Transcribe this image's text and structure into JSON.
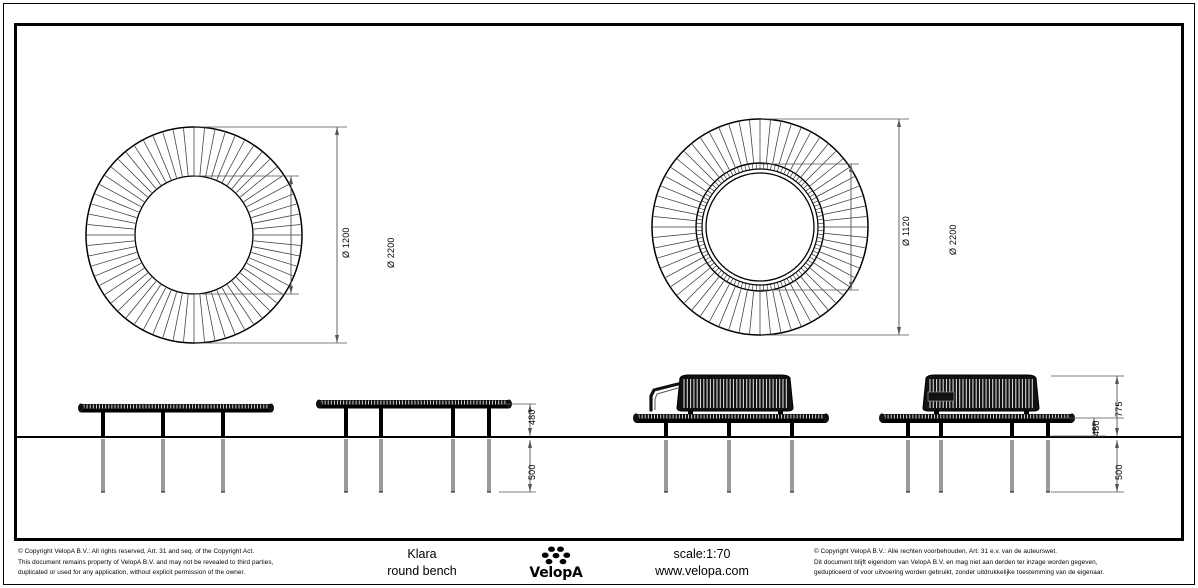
{
  "sheet": {
    "type": "technical-drawing",
    "background": "#ffffff",
    "line_color": "#000000"
  },
  "title_block": {
    "legal_left": [
      "©  Copyright VelopA B.V.: All rights reserved, Art. 31 and seq. of the Copyright Act.",
      "This document remains property of VelopA B.V. and may not be revealed to third parties,",
      "duplicated or used for any application, without explicit permission of the owner."
    ],
    "product_name": "Klara",
    "product_type": "round bench",
    "logo_text": "VelopA",
    "logo_icon": "velopa-flower-logo",
    "scale": "scale:1:70",
    "website": "www.velopa.com",
    "legal_right": [
      "©  Copyright VelopA B.V.: Alle rechten voorbehouden, Art. 31 e.v. van de auteurswet.",
      "Dit document blijft eigendom van VelopA B.V. en mag niet aan derden ter inzage worden gegeven,",
      "gedupliceerd of voor uitvoering worden gebruikt, zonder uitdrukkelijke toestemming van de eigenaar."
    ]
  },
  "views": {
    "plan_left": {
      "name": "round bench plan view without backrest",
      "outer_diameter_label": "Ø 2200",
      "inner_diameter_label": "Ø 1200",
      "outer_diameter_mm": 2200,
      "inner_diameter_mm": 1200,
      "slat_count": 64
    },
    "plan_right": {
      "name": "round bench plan view with backrest",
      "outer_diameter_label": "Ø 2200",
      "inner_diameter_label": "Ø 1120",
      "outer_diameter_mm": 2200,
      "inner_diameter_mm": 1120,
      "slat_count": 64,
      "backrest_slat_count": 104
    },
    "elevation_1": {
      "name": "bench side elevation without backrest",
      "leg_count": 3,
      "seat_height_label": "480",
      "foundation_depth_label": "500"
    },
    "elevation_2": {
      "name": "bench front elevation without backrest",
      "leg_count": 4,
      "seat_height_label": "480",
      "foundation_depth_label": "500"
    },
    "elevation_3": {
      "name": "bench side elevation with backrest and armrest",
      "leg_count": 3,
      "total_height_label": "775"
    },
    "elevation_4": {
      "name": "bench front elevation with backrest",
      "leg_count": 4,
      "total_height_label": "775",
      "seat_height_label": "480",
      "foundation_depth_label": "500"
    }
  },
  "dimensions": {
    "d2200_left": "Ø 2200",
    "d1200_left": "Ø 1200",
    "d2200_right": "Ø 2200",
    "d1120_right": "Ø 1120",
    "h480_mid": "480",
    "h500_mid": "500",
    "h775_right": "775",
    "h480_right": "480",
    "h500_right": "500"
  }
}
